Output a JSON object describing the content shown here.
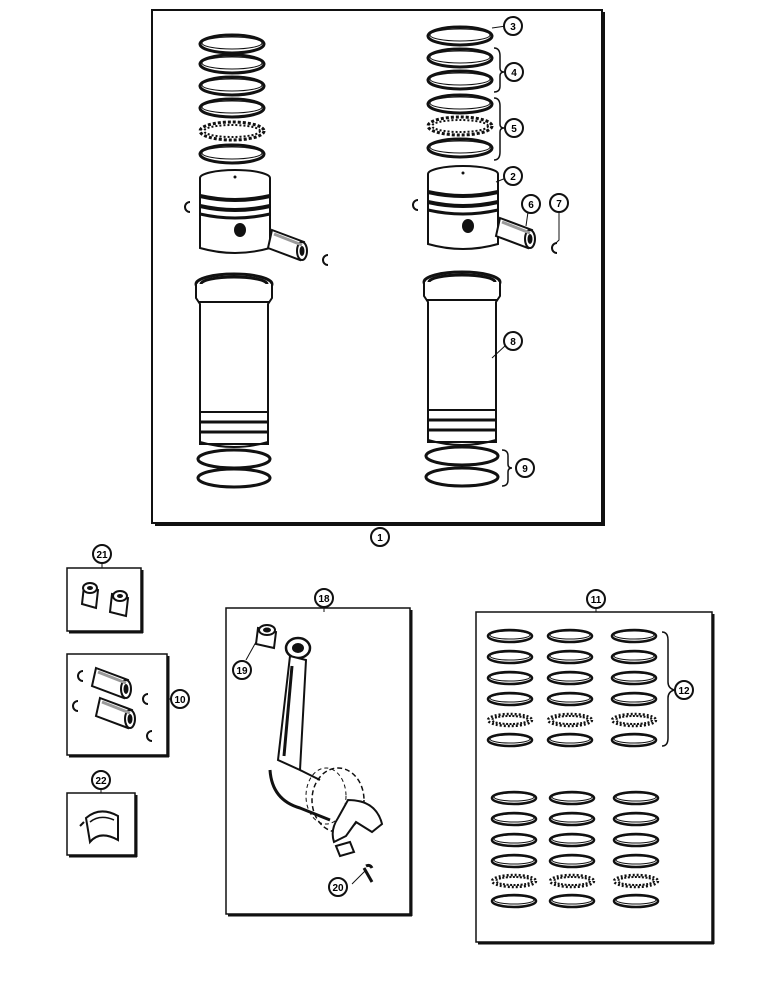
{
  "callouts": {
    "c1": "1",
    "c2": "2",
    "c3": "3",
    "c4": "4",
    "c5": "5",
    "c6": "6",
    "c7": "7",
    "c8": "8",
    "c9": "9",
    "c10": "10",
    "c11": "11",
    "c12": "12",
    "c18": "18",
    "c19": "19",
    "c20": "20",
    "c21": "21",
    "c22": "22"
  },
  "colors": {
    "ink": "#111111",
    "paper": "#ffffff",
    "shade": "#cfcfcf"
  }
}
